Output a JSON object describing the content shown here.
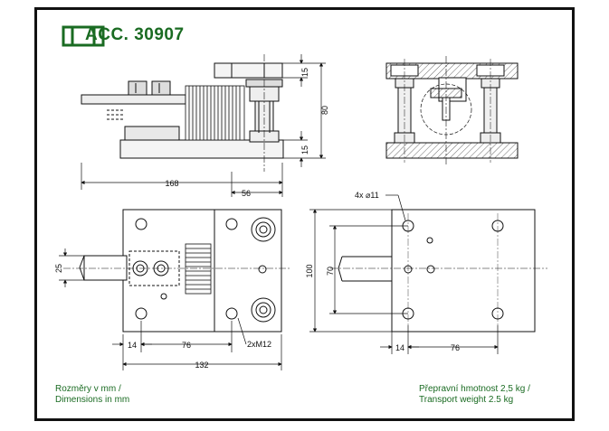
{
  "header": {
    "title": "ACC. 30907",
    "logo_icon": "accessory-bracket-logo-icon"
  },
  "side_view": {
    "dim_total_length": "168",
    "dim_tail": "56",
    "dim_top_plate": "15",
    "dim_height": "80",
    "dim_bottom_plate": "15"
  },
  "plan_view": {
    "dim_width": "25",
    "dim_left_offset": "14",
    "dim_hole_spacing": "76",
    "dim_overall": "132",
    "thread_callout": "2xM12"
  },
  "base_plate_view": {
    "hole_callout": "4x ⌀11",
    "dim_outer_height": "100",
    "dim_inner_height": "70",
    "dim_left_offset": "14",
    "dim_hole_spacing": "76"
  },
  "notes": {
    "dimensions_line1": "Rozměry v mm /",
    "dimensions_line2": "Dimensions in mm",
    "weight_line1": "Přepravní hmotnost 2,5 kg /",
    "weight_line2": "Transport weight 2.5 kg"
  },
  "colors": {
    "accent": "#1a6b22",
    "line": "#111111",
    "hatch": "#555555"
  }
}
